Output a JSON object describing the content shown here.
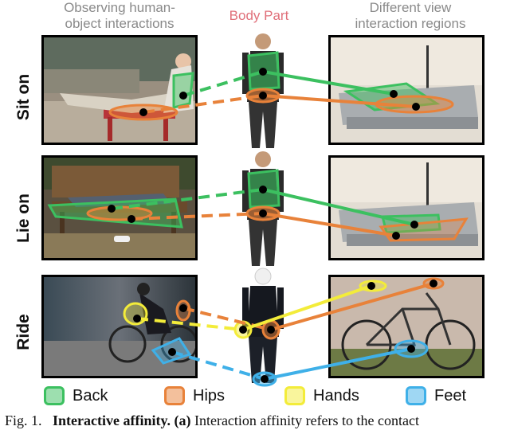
{
  "headers": {
    "observing": "Observing human-\nobject interactions",
    "body_part": "Body Part",
    "different_view": "Different view\ninteraction regions"
  },
  "rows": [
    {
      "label": "Sit on"
    },
    {
      "label": "Lie on"
    },
    {
      "label": "Ride"
    }
  ],
  "legend": [
    {
      "label": "Back",
      "color": "#3cc060"
    },
    {
      "label": "Hips",
      "color": "#e8823a"
    },
    {
      "label": "Hands",
      "color": "#f3ec3a"
    },
    {
      "label": "Feet",
      "color": "#3fb0e8"
    }
  ],
  "caption": {
    "prefix": "Fig. 1.",
    "bold": "Interactive affinity. (a)",
    "text": "Interaction affinity refers to the contact"
  }
}
